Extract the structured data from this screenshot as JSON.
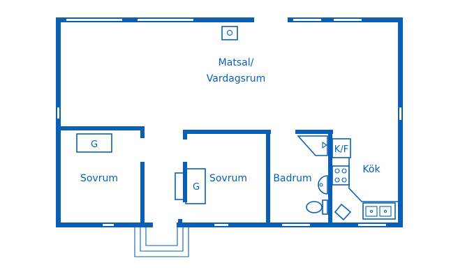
{
  "colors": {
    "wall": "#0a5fb4",
    "background": "#ffffff"
  },
  "rooms": {
    "living": {
      "line1": "Matsal/",
      "line2": "Vardagsrum"
    },
    "bedroom_left": "Sovrum",
    "bedroom_middle": "Sovrum",
    "bathroom": "Badrum",
    "kitchen": "Kök"
  },
  "fixtures": {
    "wardrobe_left": "G",
    "wardrobe_middle": "G",
    "fridge_freezer": "K/F"
  },
  "icons": [
    "fireplace-icon",
    "stove-icon",
    "kitchen-sink-icon",
    "toilet-icon",
    "washbasin-icon",
    "shower-icon",
    "dishwasher-icon",
    "entrance-steps"
  ]
}
